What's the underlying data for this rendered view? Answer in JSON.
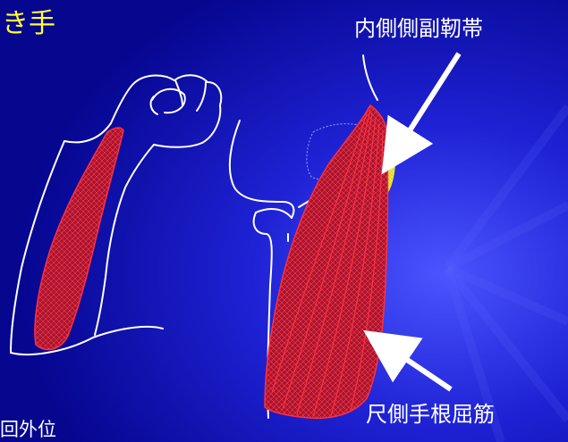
{
  "title_fragment": "き手",
  "labels": {
    "ligament": "内側側副靭帯",
    "muscle": "尺側手根屈筋",
    "bottom_fragment": "回外位"
  },
  "colors": {
    "background": "#0b0ba8",
    "title": "#ffff33",
    "label_text": "#ffffff",
    "muscle_fill": "#b0102a",
    "muscle_line": "#ff3040",
    "ligament_fill": "#e8e830",
    "outline": "#ffffff",
    "bone_dotted": "#9aa6ff"
  },
  "icons": {
    "ligament_pointer": "arrow-icon",
    "muscle_pointer": "arrow-icon"
  }
}
